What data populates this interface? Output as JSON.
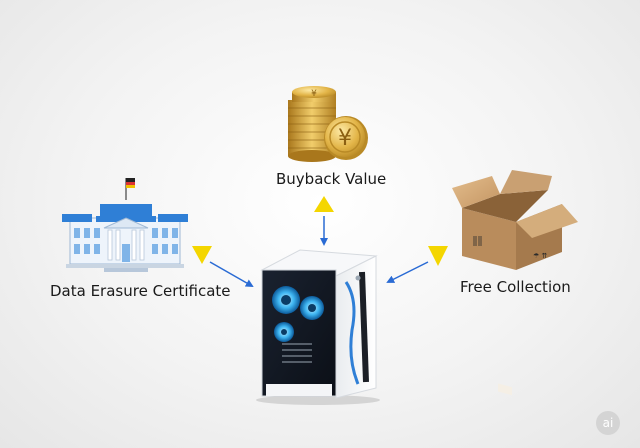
{
  "nodes": {
    "buyback": {
      "label": "Buyback Value",
      "icon": "yen-coin-stack-icon"
    },
    "erasure": {
      "label": "Data Erasure Certificate",
      "icon": "institution-building-icon"
    },
    "collection": {
      "label": "Free Collection",
      "icon": "cardboard-box-icon"
    },
    "center": {
      "icon": "pc-tower-icon"
    }
  },
  "badge": {
    "text": "ai"
  },
  "colors": {
    "arrow": "#2a6bd4",
    "triangle": "#f4d600",
    "coin": "#d8a93a",
    "box": "#c9a072",
    "building": "#7fb4e8"
  }
}
